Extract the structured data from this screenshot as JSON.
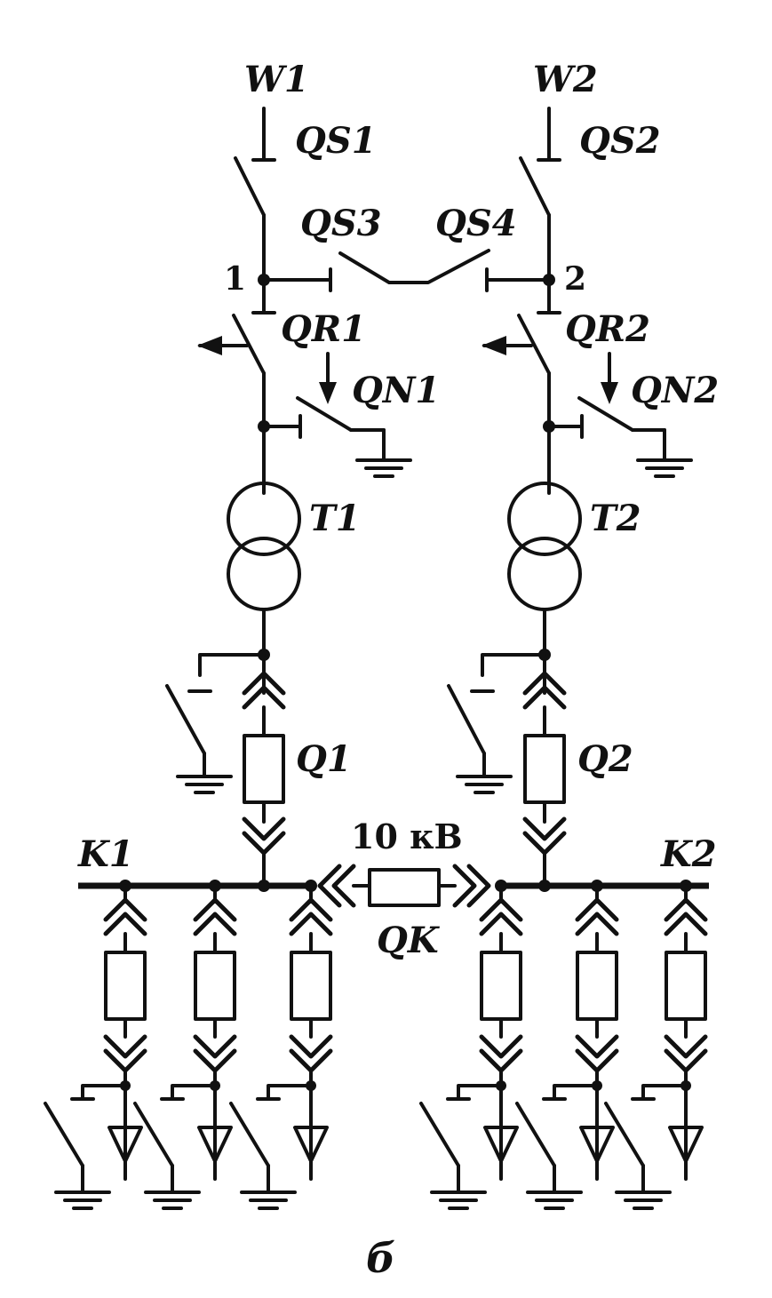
{
  "labels": {
    "w1": "W1",
    "w2": "W2",
    "qs1": "QS1",
    "qs2": "QS2",
    "qs3": "QS3",
    "qs4": "QS4",
    "node1": "1",
    "node2": "2",
    "qr1": "QR1",
    "qr2": "QR2",
    "qn1": "QN1",
    "qn2": "QN2",
    "t1": "T1",
    "t2": "T2",
    "q1": "Q1",
    "q2": "Q2",
    "k1": "K1",
    "k2": "K2",
    "voltage": "10 кВ",
    "qk": "QK",
    "caption": "б"
  }
}
